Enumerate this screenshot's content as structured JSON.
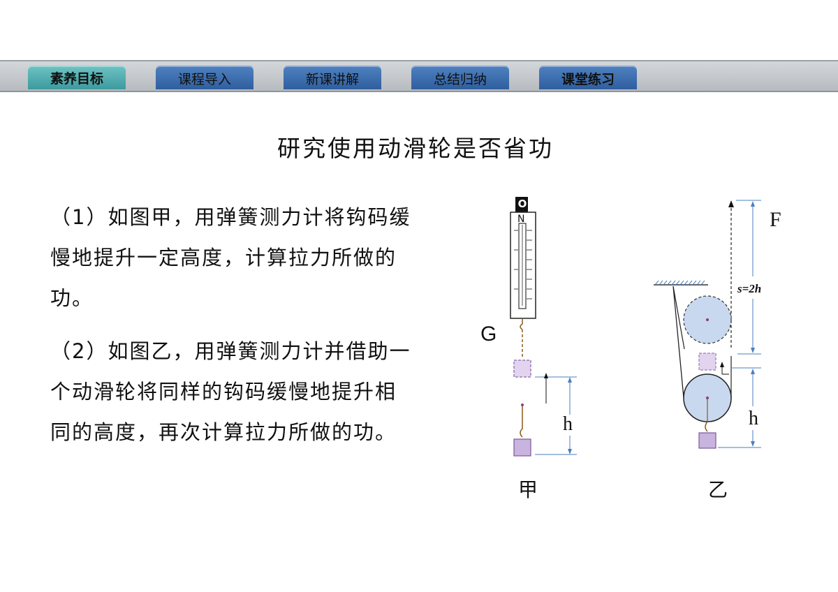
{
  "nav": {
    "tabs": [
      "素养目标",
      "课程导入",
      "新课讲解",
      "总结归纳",
      "课堂练习"
    ]
  },
  "title": "研究使用动滑轮是否省功",
  "paragraphs": [
    "（1）如图甲，用弹簧测力计将钩码缓慢地提升一定高度，计算拉力所做的功。",
    "（2）如图乙，用弹簧测力计并借助一个动滑轮将同样的钩码缓慢地提升相同的高度，再次计算拉力所做的功。"
  ],
  "figure_jia": {
    "ring_label": "O",
    "unit_label": "N",
    "weight_label": "G",
    "height_label": "h",
    "caption": "甲"
  },
  "figure_yi": {
    "force_label": "F",
    "distance_label": "s=2h",
    "height_label": "h",
    "caption": "乙"
  },
  "colors": {
    "tab_active": "#4aa9ac",
    "tab_inactive": "#3d6fb0",
    "pulley": "#c8d8ee",
    "weight": "#c9b3df",
    "guide_line": "#4a7fc0"
  }
}
